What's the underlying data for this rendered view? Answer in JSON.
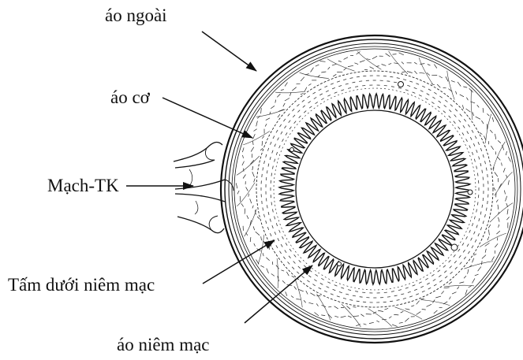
{
  "labels": {
    "outer_coat": "áo ngoài",
    "muscle_coat": "áo cơ",
    "vessel_nerve": "Mạch-TK",
    "submucosa": "Tấm dưới niêm mạc",
    "mucosa": "áo niêm mạc"
  },
  "colors": {
    "ink": "#111111",
    "background": "#ffffff"
  }
}
